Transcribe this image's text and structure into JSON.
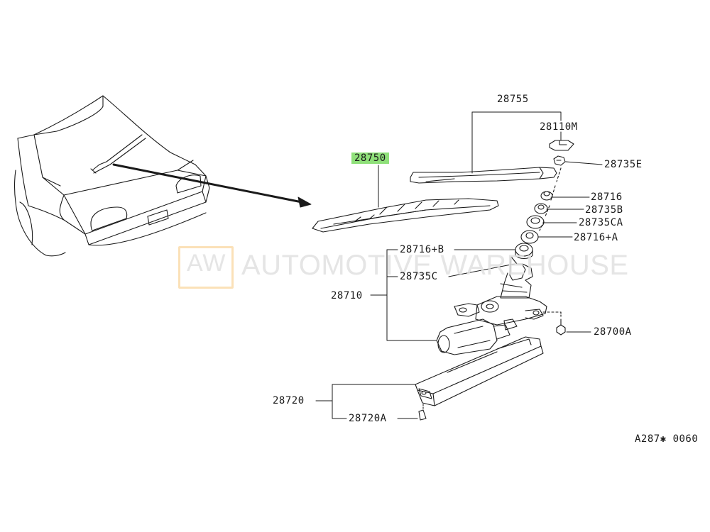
{
  "labels": {
    "blade": "28750",
    "arm_assy": "28755",
    "cap": "28110M",
    "nut_e": "28735E",
    "part_28716": "28716",
    "part_28735b": "28735B",
    "part_28735ca": "28735CA",
    "part_28716a": "28716+A",
    "part_28716b": "28716+B",
    "part_28735c": "28735C",
    "motor": "28710",
    "bolt": "28700A",
    "cover": "28720",
    "clip": "28720A",
    "diagram_code": "A287✱ 0060"
  },
  "watermark": {
    "logo": "AW",
    "text": "AUTOMOTIVE WAREHOUSE"
  },
  "colors": {
    "highlight": "#8fe07a",
    "line": "#1a1a1a",
    "watermark_box": "#fad7a0"
  }
}
